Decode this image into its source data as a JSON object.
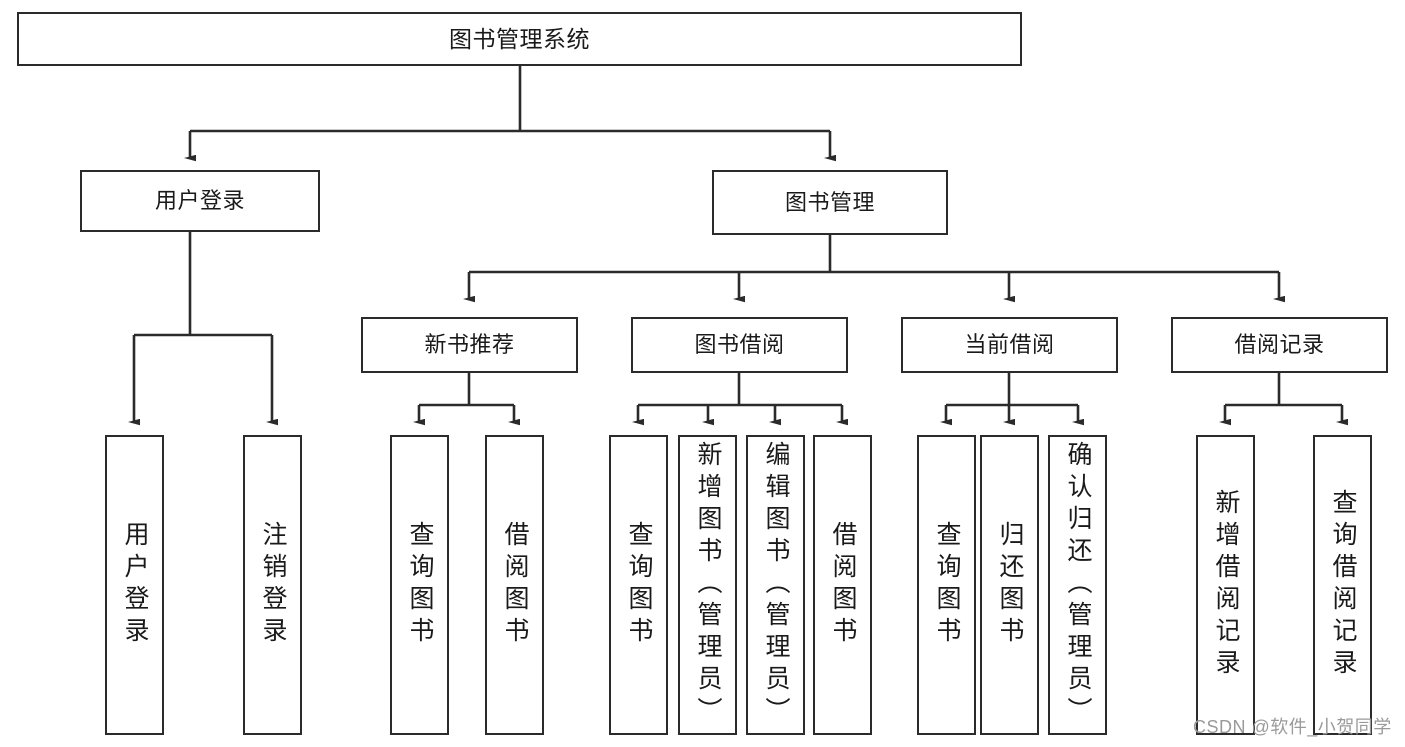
{
  "diagram": {
    "title": "图书管理系统",
    "type": "tree-hierarchy-diagram",
    "colors": {
      "stroke": "#2b2b2b",
      "fill": "#ffffff",
      "text": "#1a1a1a",
      "watermark": "#9a9a9a"
    },
    "nodes": {
      "root": {
        "label": "图书管理系统"
      },
      "level2": [
        {
          "id": "user-login",
          "label": "用户登录"
        },
        {
          "id": "book-management",
          "label": "图书管理"
        }
      ],
      "level3": [
        {
          "id": "new-book-recommend",
          "label": "新书推荐"
        },
        {
          "id": "book-borrow",
          "label": "图书借阅"
        },
        {
          "id": "current-borrow",
          "label": "当前借阅"
        },
        {
          "id": "borrow-record",
          "label": "借阅记录"
        }
      ],
      "leaves": {
        "user_login": [
          {
            "id": "leaf-user-login",
            "label": "用户登录"
          },
          {
            "id": "leaf-logout",
            "label": "注销登录"
          }
        ],
        "new_book_recommend": [
          {
            "id": "leaf-query-book-1",
            "label": "查询图书"
          },
          {
            "id": "leaf-borrow-book-1",
            "label": "借阅图书"
          }
        ],
        "book_borrow": [
          {
            "id": "leaf-query-book-2",
            "label": "查询图书"
          },
          {
            "id": "leaf-add-book",
            "label": "新增图书（管理员）"
          },
          {
            "id": "leaf-edit-book",
            "label": "编辑图书（管理员）"
          },
          {
            "id": "leaf-borrow-book-2",
            "label": "借阅图书"
          }
        ],
        "current_borrow": [
          {
            "id": "leaf-query-book-3",
            "label": "查询图书"
          },
          {
            "id": "leaf-return-book",
            "label": "归还图书"
          },
          {
            "id": "leaf-confirm-return",
            "label": "确认归还（管理员）"
          }
        ],
        "borrow_record": [
          {
            "id": "leaf-add-record",
            "label": "新增借阅记录"
          },
          {
            "id": "leaf-query-record",
            "label": "查询借阅记录"
          }
        ]
      }
    },
    "watermark": "CSDN @软件_小贺同学"
  }
}
